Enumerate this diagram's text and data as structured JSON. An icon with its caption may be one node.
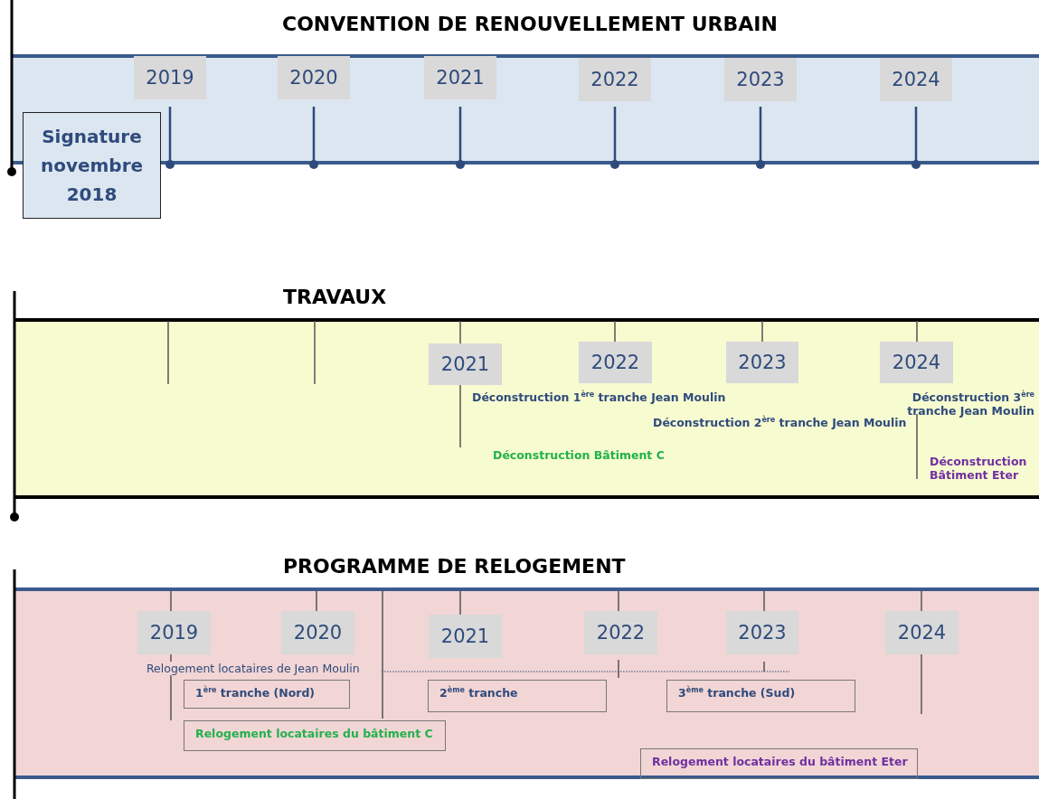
{
  "diagram": {
    "nodes": [
      {
        "text": [
          "CONVENTION DE RENOUVELLEMENT URBAIN"
        ]
      },
      {
        "text": [
          "2019"
        ],
        "in": 0
      },
      {
        "text": [
          "2020"
        ],
        "in": 0
      },
      {
        "text": [
          "2021"
        ],
        "in": 0
      },
      {
        "text": [
          "2022"
        ],
        "in": 0
      },
      {
        "text": [
          "2023"
        ],
        "in": 0
      },
      {
        "text": [
          "2024"
        ],
        "in": 0
      },
      {
        "text": [
          "Signature novembre 2018"
        ]
      },
      {
        "text": [
          "TRAVAUX"
        ]
      },
      {
        "text": [
          "2021"
        ],
        "in": 8
      },
      {
        "text": [
          "2022"
        ],
        "in": 8
      },
      {
        "text": [
          "2023"
        ],
        "in": 8
      },
      {
        "text": [
          "2024"
        ],
        "in": 8
      },
      {
        "text": [
          "PROGRAMME DE RELOGEMENT"
        ]
      },
      {
        "text": [
          "2019"
        ],
        "in": 13
      },
      {
        "text": [
          "2020"
        ],
        "in": 13
      },
      {
        "text": [
          "2021"
        ],
        "in": 13
      },
      {
        "text": [
          "2022"
        ],
        "in": 13
      },
      {
        "text": [
          "2023"
        ],
        "in": 13
      },
      {
        "text": [
          "2024"
        ],
        "in": 13
      },
      {
        "text": [
          "1$^{ère}$ tranche (Nord)"
        ],
        "in": 13
      },
      {
        "text": [
          "2$^{ème}$ tranche"
        ],
        "in": 13
      },
      {
        "text": [
          "3$^{ème}$ tranche (Sud)"
        ],
        "in": 13
      },
      {
        "text": [
          "Relogement locataires du bâtiment C"
        ],
        "in": 13
      },
      {
        "text": [
          "Relogement locataires du bâtiment Eter"
        ],
        "in": 13
      }
    ],
    "labels": [
      "Déconstruction 1$^{ère}$ tranche Jean Moulin",
      "Déconstruction 3$^{ère}$ tranche Jean Moulin",
      "Déconstruction 2$^{ère}$ tranche Jean Moulin",
      "Déconstruction Bâtiment C",
      "Déconstruction Bâtiment Eter",
      "Relogement locataires de Jean Moulin"
    ]
  }
}
